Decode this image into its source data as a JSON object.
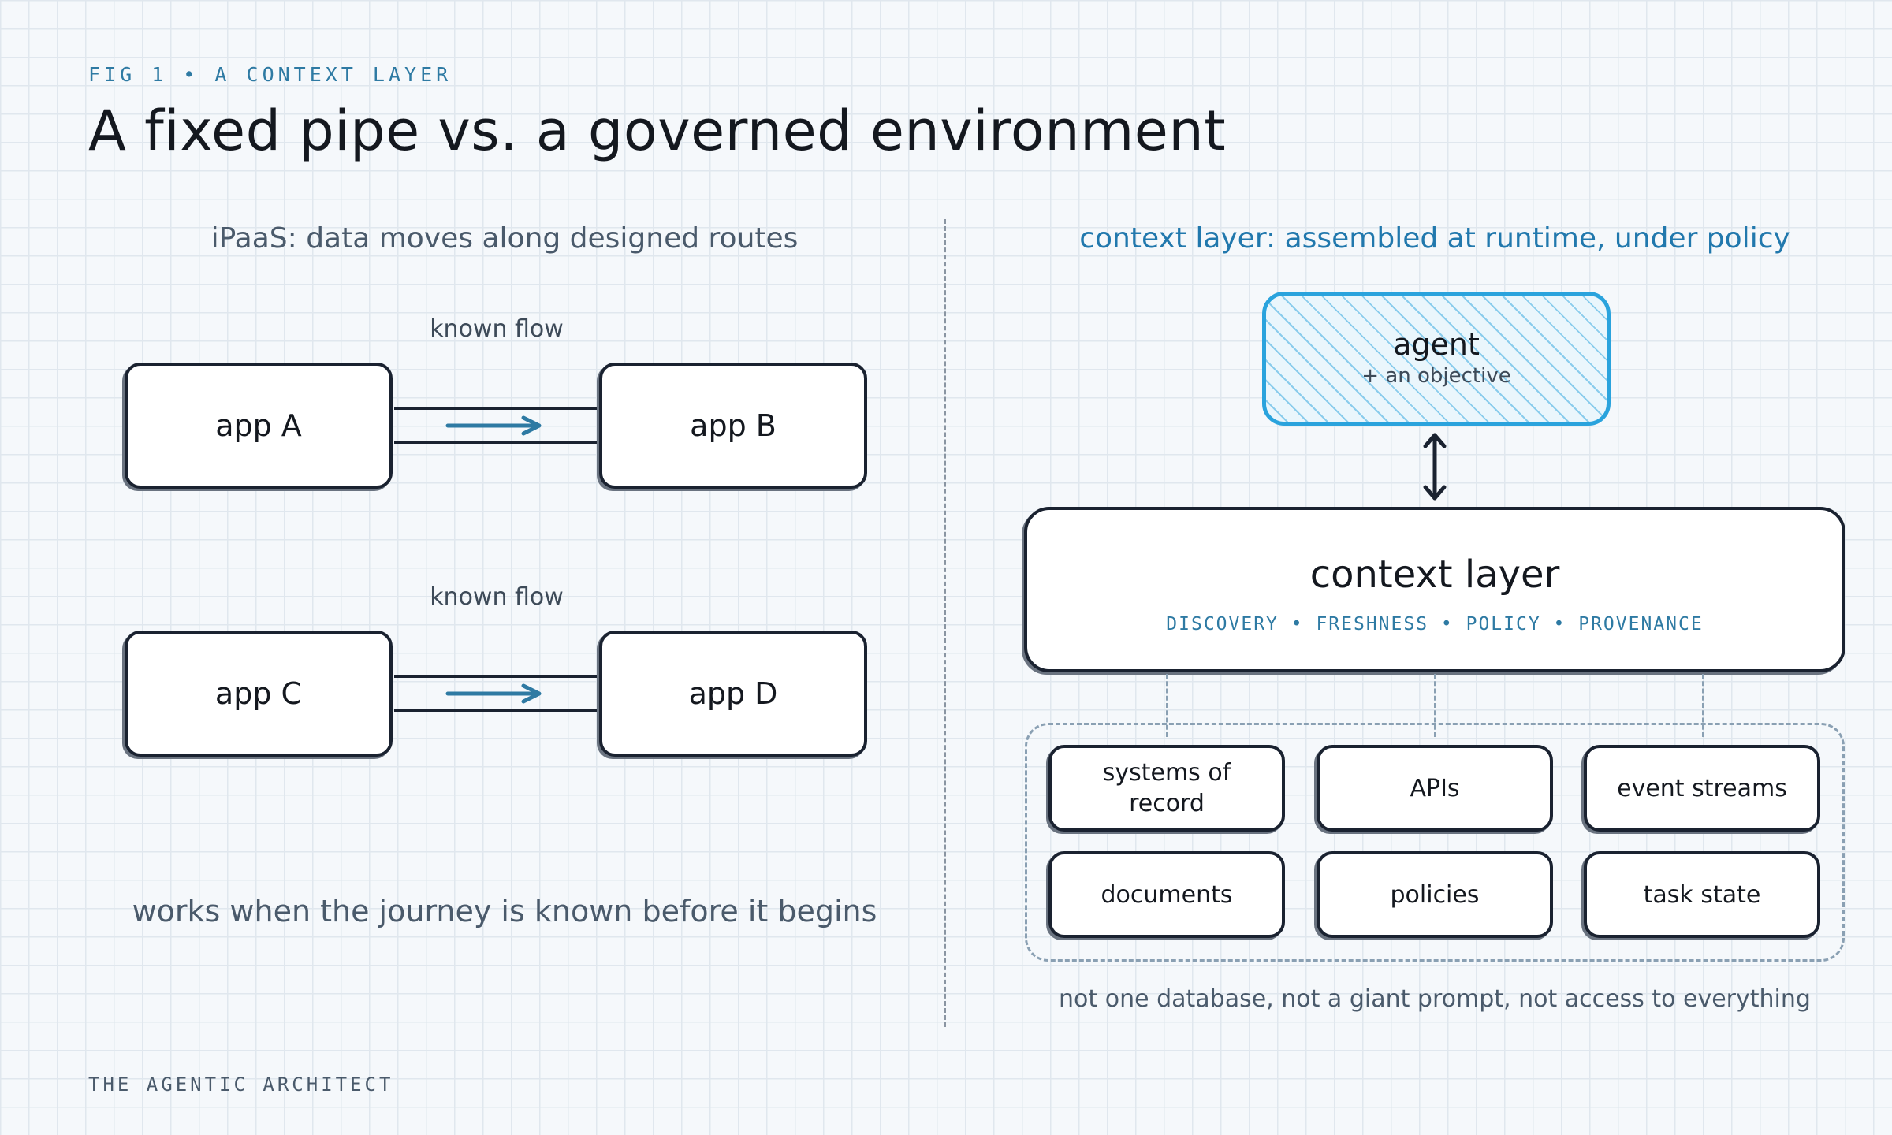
{
  "figure": {
    "label": "FIG 1 • A CONTEXT LAYER",
    "title": "A fixed pipe vs. a governed environment"
  },
  "left_panel": {
    "heading": "iPaaS: data moves along designed routes",
    "flows": [
      {
        "label": "known flow",
        "from": "app A",
        "to": "app B"
      },
      {
        "label": "known flow",
        "from": "app C",
        "to": "app D"
      }
    ],
    "footnote": "works when the journey is known before it begins"
  },
  "right_panel": {
    "heading": "context layer: assembled at runtime, under policy",
    "agent": {
      "title": "agent",
      "subtitle": "+ an objective"
    },
    "context_layer": {
      "title": "context layer",
      "pillars": "DISCOVERY • FRESHNESS • POLICY • PROVENANCE"
    },
    "sources": [
      "systems of record",
      "APIs",
      "event streams",
      "documents",
      "policies",
      "task state"
    ],
    "footnote": "not one database, not a giant prompt, not access to everything"
  },
  "brand": "THE AGENTIC ARCHITECT",
  "colors": {
    "accent": "#2178ad",
    "agent": "#2aa3dd",
    "ink": "#1a2230",
    "arrow": "#2e7aa3"
  }
}
